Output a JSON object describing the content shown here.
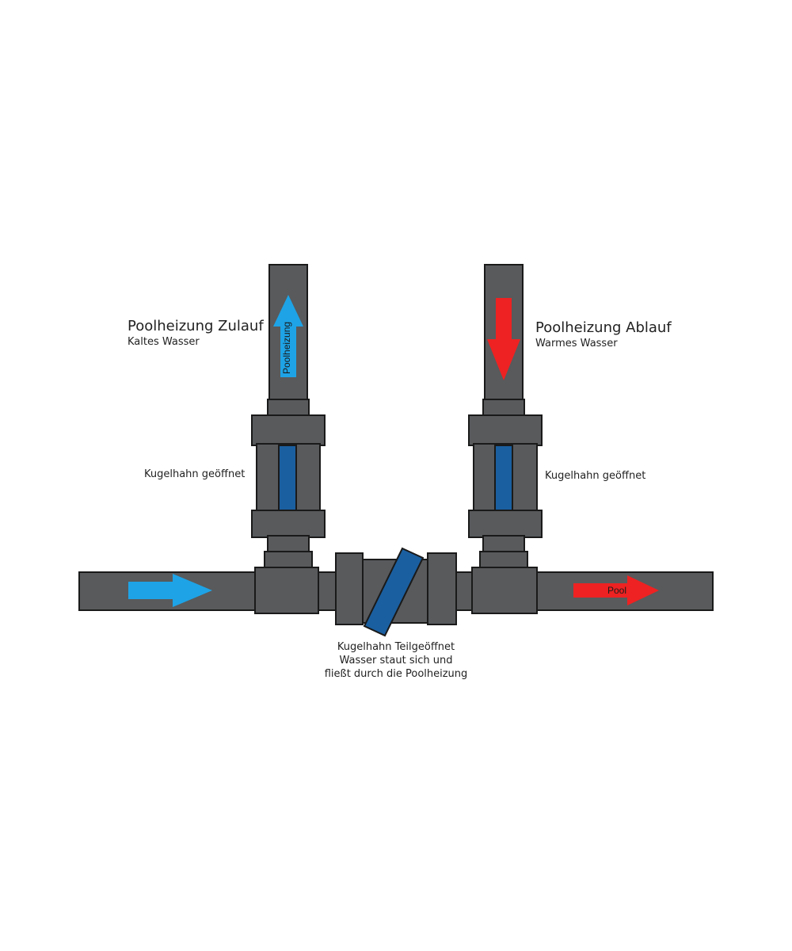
{
  "labels": {
    "inlet_title": "Poolheizung Zulauf",
    "inlet_sub": "Kaltes Wasser",
    "outlet_title": "Poolheizung Ablauf",
    "outlet_sub": "Warmes Wasser",
    "valve_left": "Kugelhahn geöffnet",
    "valve_right": "Kugelhahn geöffnet",
    "valve_middle": [
      "Kugelhahn Teilgeöffnet",
      "Wasser staut sich und",
      "fließt durch die Poolheizung"
    ],
    "arrow_up_text": "Poolheizung",
    "arrow_pool_text": "Pool"
  },
  "colors": {
    "pipe": "#585a5c",
    "outline": "#1a1a1a",
    "valve_handle": "#1a5fa0",
    "cold_arrow": "#1ea3e6",
    "hot_arrow": "#ee2222"
  },
  "icons": [
    "flow-arrow-right-cold",
    "flow-arrow-up-cold",
    "flow-arrow-down-hot",
    "flow-arrow-right-hot"
  ]
}
